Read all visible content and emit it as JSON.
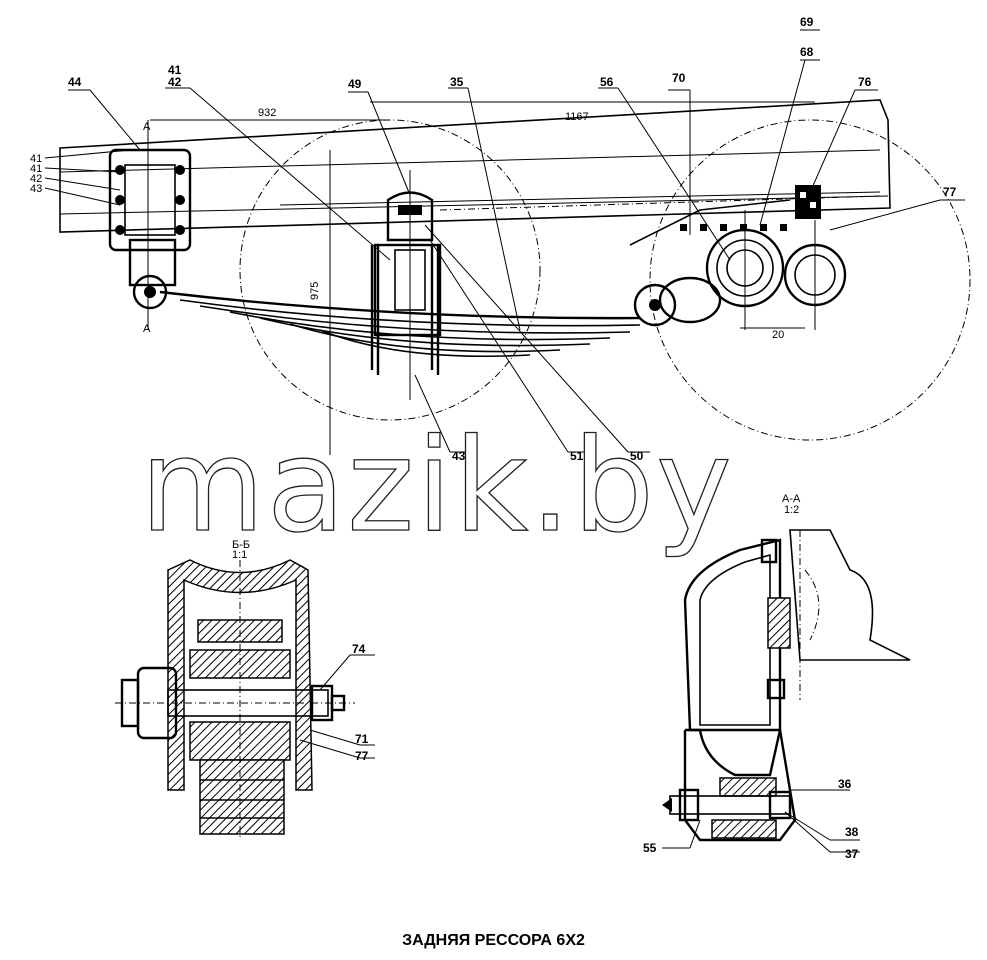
{
  "caption": "ЗАДНЯЯ РЕССОРА 6Х2",
  "watermark": "mazik.by",
  "dimensions": {
    "d932": "932",
    "d1167": "1167",
    "d975": "975",
    "d20": "20"
  },
  "views": {
    "section_b": "Б-Б",
    "section_b_scale": "1:1",
    "view_a": "А-А",
    "view_a_scale": "1:2",
    "mark_a": "А"
  },
  "callouts": {
    "c44": "44",
    "c41": "41",
    "c42": "42",
    "c49": "49",
    "c35": "35",
    "c56": "56",
    "c70": "70",
    "c69": "69",
    "c68": "68",
    "c76": "76",
    "c77": "77",
    "c43": "43",
    "c51": "51",
    "c50": "50",
    "c74": "74",
    "c71": "71",
    "c72": "77",
    "c36": "36",
    "c38": "38",
    "c37": "37",
    "c55": "55"
  },
  "left_stack": [
    "41",
    "41",
    "42",
    "43"
  ]
}
